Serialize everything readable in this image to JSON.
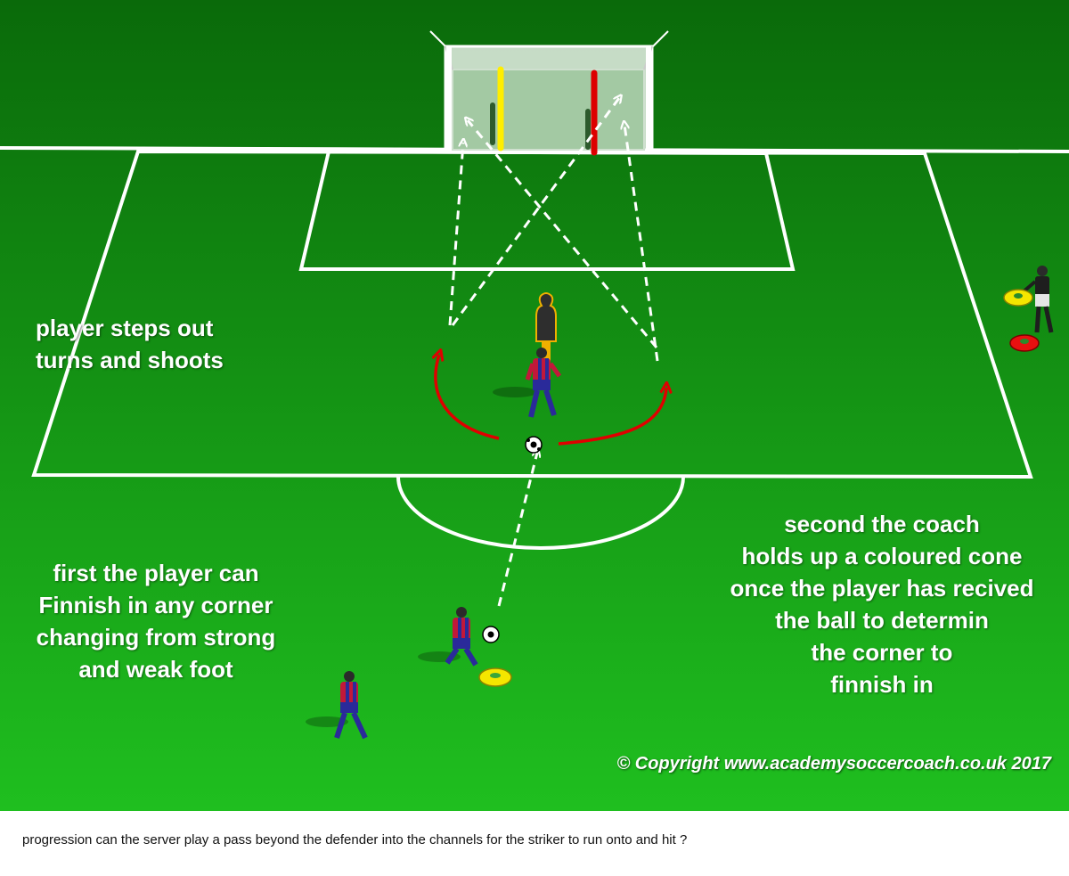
{
  "diagram": {
    "notes": {
      "steps_out": "player steps out\nturns and shoots",
      "first": "first the player can\nFinnish in any corner\nchanging from strong\nand weak foot",
      "second": "second the coach\nholds up a coloured cone\nonce the player has recived\nthe ball to determin\nthe corner to\nfinnish in"
    },
    "copyright": "© Copyright www.academysoccercoach.co.uk 2017",
    "caption": "progression  can the server play a pass beyond the defender into the channels for the striker to run onto and hit ?"
  },
  "colors": {
    "grass_dark": "#0a6a0a",
    "grass_light": "#1fbf1f",
    "lines": "#ffffff",
    "run_arrow": "#e00000",
    "pole_left": "#ffee00",
    "pole_right": "#dd0000",
    "cone_yellow": "#f4e600",
    "cone_red": "#e81010",
    "kit_red": "#c2183a",
    "kit_blue": "#2a2a9a",
    "mannequin": "#2e2e2e",
    "mannequin_post": "#f0b000"
  },
  "icons": [
    "goal-icon",
    "mannequin-icon",
    "player-icon",
    "coach-icon",
    "ball-icon",
    "cone-icon"
  ]
}
